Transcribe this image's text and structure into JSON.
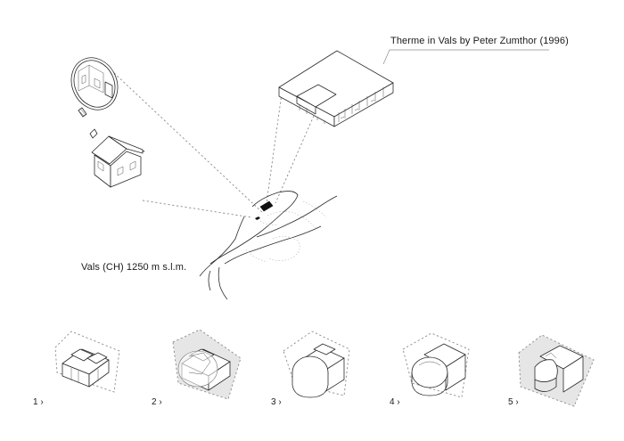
{
  "labels": {
    "building_title": "Therme in Vals by Peter Zumthor (1996)",
    "location": "Vals (CH) 1250 m s.l.m."
  },
  "steps": [
    {
      "label": "1 ›"
    },
    {
      "label": "2 ›"
    },
    {
      "label": "3 ›"
    },
    {
      "label": "4 ›"
    },
    {
      "label": "5 ›"
    }
  ]
}
